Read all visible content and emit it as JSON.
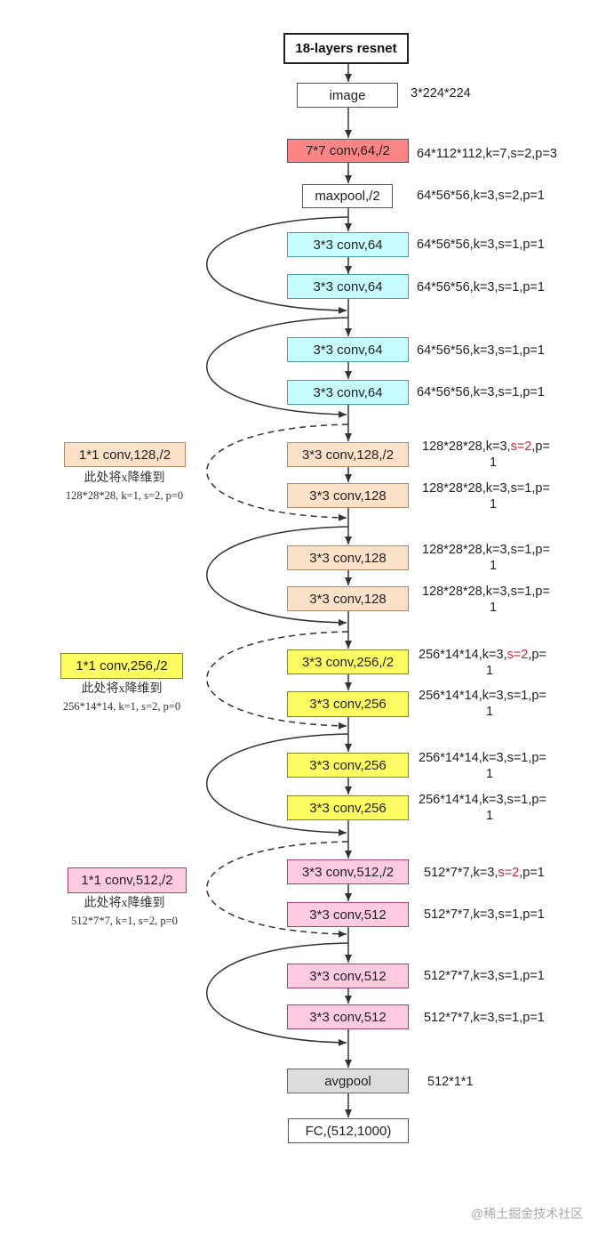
{
  "title": "18-layers resnet",
  "input": {
    "label": "image",
    "shape": "3*224*224"
  },
  "conv1": {
    "label": "7*7 conv,64,/2",
    "info": "64*112*112,k=7,s=2,p=3"
  },
  "pool1": {
    "label": "maxpool,/2",
    "info": "64*56*56,k=3,s=2,p=1"
  },
  "stage1": {
    "b1c1": {
      "label": "3*3 conv,64",
      "info": "64*56*56,k=3,s=1,p=1"
    },
    "b1c2": {
      "label": "3*3 conv,64",
      "info": "64*56*56,k=3,s=1,p=1"
    },
    "b2c1": {
      "label": "3*3 conv,64",
      "info": "64*56*56,k=3,s=1,p=1"
    },
    "b2c2": {
      "label": "3*3 conv,64",
      "info": "64*56*56,k=3,s=1,p=1"
    }
  },
  "stage2": {
    "shortcut": {
      "label": "1*1 conv,128,/2",
      "note_line1": "此处将x降维到",
      "note_line2": "128*28*28, k=1, s=2, p=0"
    },
    "b1c1": {
      "label": "3*3 conv,128,/2",
      "info_pre": "128*28*28,k=3,",
      "info_red": "s=2",
      "info_post": ",p=",
      "info_line2": "1"
    },
    "b1c2": {
      "label": "3*3 conv,128",
      "info": "128*28*28,k=3,s=1,p=",
      "info_line2": "1"
    },
    "b2c1": {
      "label": "3*3 conv,128",
      "info": "128*28*28,k=3,s=1,p=",
      "info_line2": "1"
    },
    "b2c2": {
      "label": "3*3 conv,128",
      "info": "128*28*28,k=3,s=1,p=",
      "info_line2": "1"
    }
  },
  "stage3": {
    "shortcut": {
      "label": "1*1 conv,256,/2",
      "note_line1": "此处将x降维到",
      "note_line2": "256*14*14, k=1, s=2, p=0"
    },
    "b1c1": {
      "label": "3*3 conv,256,/2",
      "info_pre": "256*14*14,k=3,",
      "info_red": "s=2",
      "info_post": ",p=",
      "info_line2": "1"
    },
    "b1c2": {
      "label": "3*3 conv,256",
      "info": "256*14*14,k=3,s=1,p=",
      "info_line2": "1"
    },
    "b2c1": {
      "label": "3*3 conv,256",
      "info": "256*14*14,k=3,s=1,p=",
      "info_line2": "1"
    },
    "b2c2": {
      "label": "3*3 conv,256",
      "info": "256*14*14,k=3,s=1,p=",
      "info_line2": "1"
    }
  },
  "stage4": {
    "shortcut": {
      "label": "1*1 conv,512,/2",
      "note_line1": "此处将x降维到",
      "note_line2": "512*7*7, k=1, s=2, p=0"
    },
    "b1c1": {
      "label": "3*3 conv,512,/2",
      "info_pre": "512*7*7,k=3,",
      "info_red": "s=2",
      "info_post": ",p=1"
    },
    "b1c2": {
      "label": "3*3 conv,512",
      "info": "512*7*7,k=3,s=1,p=1"
    },
    "b2c1": {
      "label": "3*3 conv,512",
      "info": "512*7*7,k=3,s=1,p=1"
    },
    "b2c2": {
      "label": "3*3 conv,512",
      "info": "512*7*7,k=3,s=1,p=1"
    }
  },
  "avgpool": {
    "label": "avgpool",
    "info": "512*1*1"
  },
  "fc": {
    "label": "FC,(512,1000)"
  },
  "watermark": "@稀土掘金技术社区",
  "colors": {
    "conv1": "#fb8585",
    "stage1": "#c6fcfc",
    "stage2": "#fce1c9",
    "stage3": "#fdfd61",
    "stage4": "#fccbe0",
    "avgpool": "#dcdcdc"
  }
}
